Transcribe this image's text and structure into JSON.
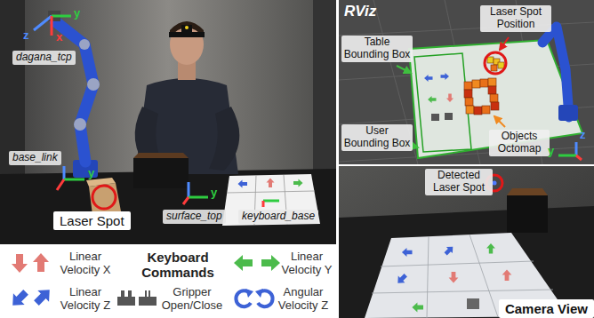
{
  "diagram": {
    "nodes": [
      {
        "text": [
          "dagana_tcp"
        ]
      },
      {
        "text": [
          "base_link"
        ]
      },
      {
        "text": [
          "Laser Spot"
        ]
      },
      {
        "text": [
          "surface_top"
        ]
      },
      {
        "text": [
          "keyboard_base"
        ]
      },
      {
        "text": [
          "Camera View"
        ]
      }
    ],
    "labels": [
      "z",
      "y",
      "x",
      "y",
      "y",
      "RViz",
      "Laser Spot Position",
      "Table Bounding Box",
      "User Bounding Box",
      "Objects Octomap",
      "y",
      "z",
      "Detected Laser Spot",
      "Keyboard Commands"
    ],
    "legend": [
      {
        "text": "Linear Velocity X"
      },
      {
        "text": "Linear Velocity Y"
      },
      {
        "text": "Linear Velocity Z"
      },
      {
        "text": "Gripper Open/Close"
      },
      {
        "text": "Angular Velocity Z"
      }
    ]
  }
}
